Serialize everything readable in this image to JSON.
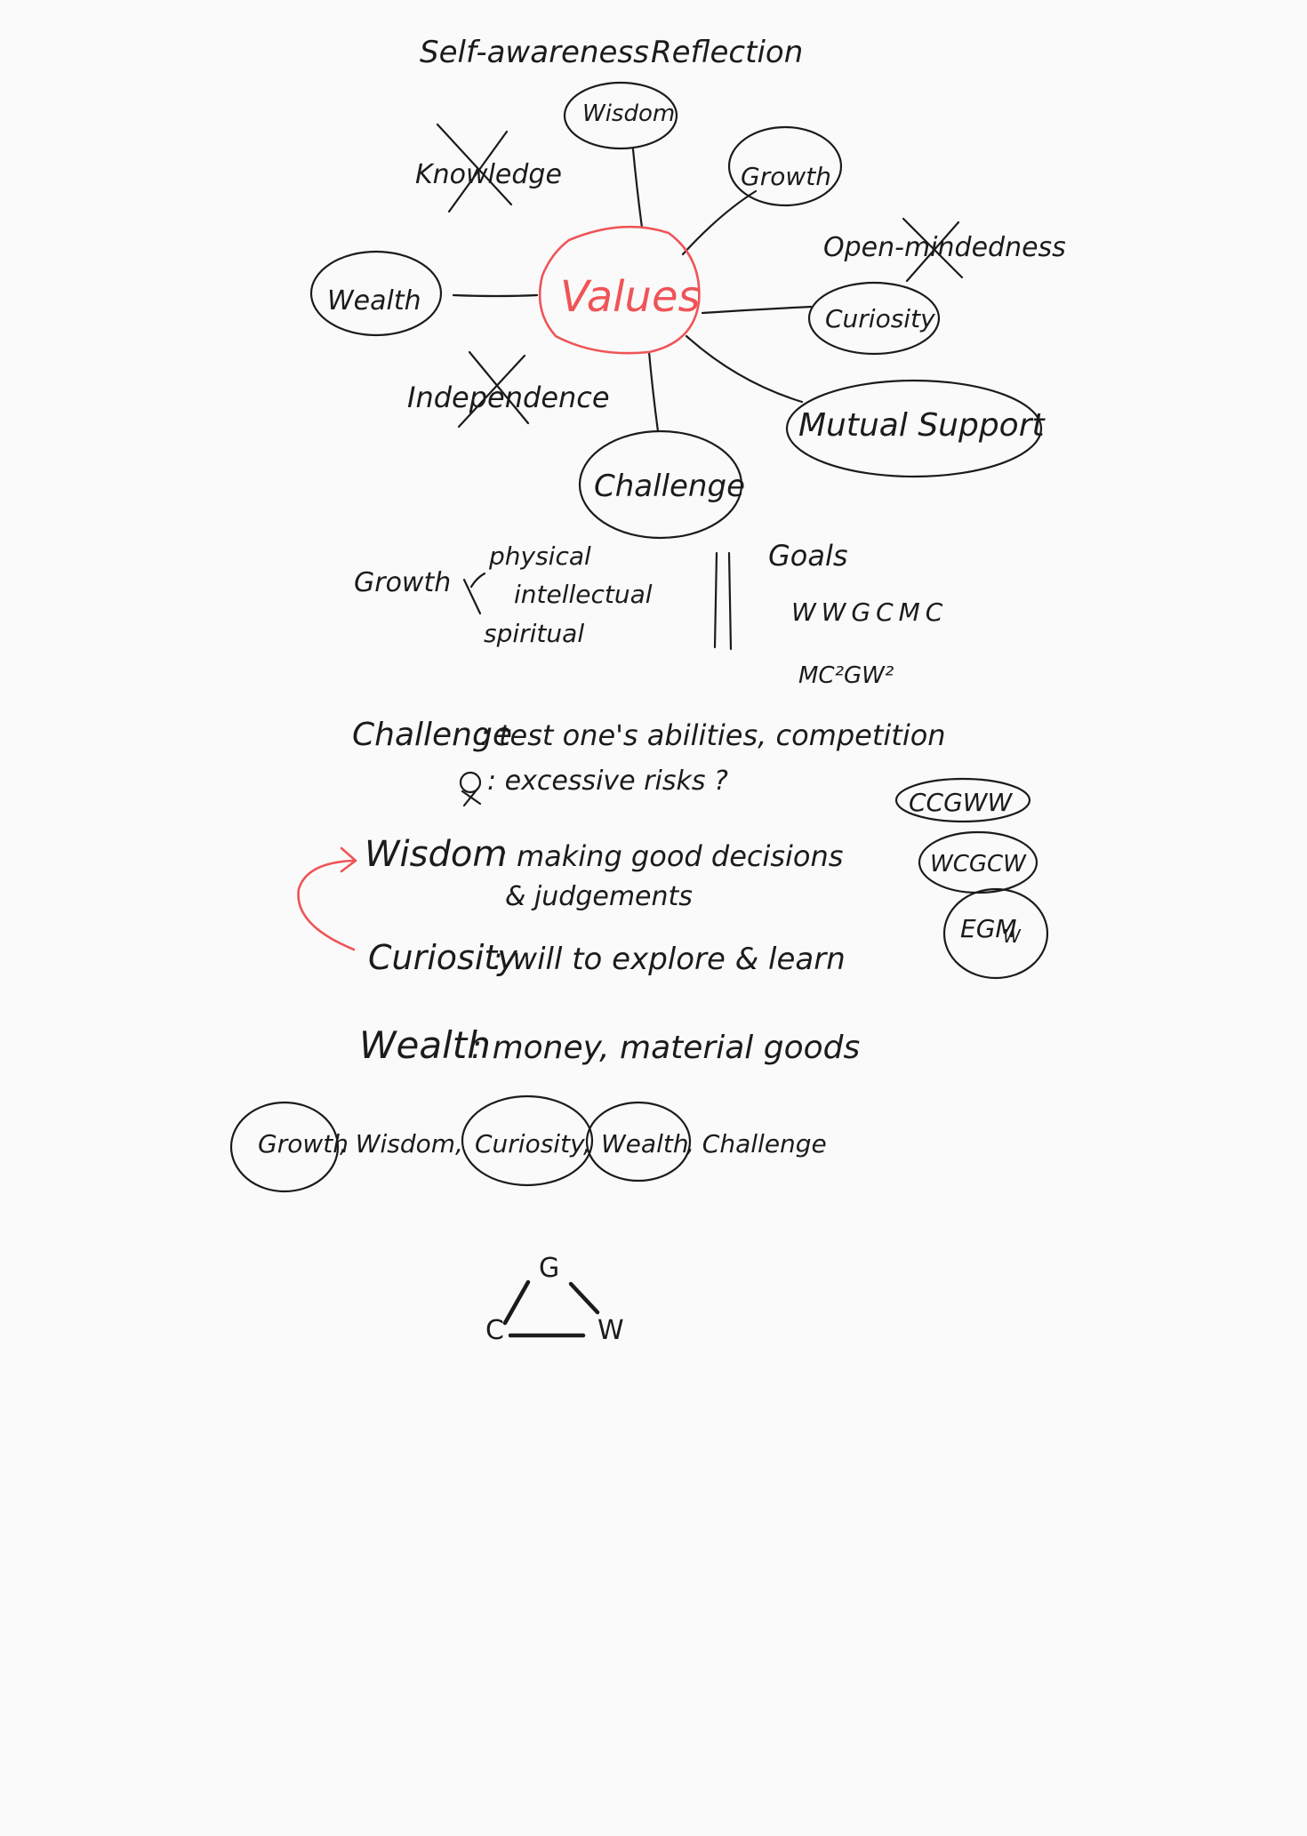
{
  "title": {
    "self_awareness": "Self-awareness",
    "reflection": "Reflection"
  },
  "mindmap": {
    "center": "Values",
    "wisdom": "Wisdom",
    "growth": "Growth",
    "wealth": "Wealth",
    "curiosity": "Curiosity",
    "mutual_support": "Mutual Support",
    "challenge": "Challenge",
    "knowledge": "Knowledge",
    "open_mindedness": "Open-mindedness",
    "independence": "Independence"
  },
  "growth_types": {
    "label": "Growth",
    "items": [
      "physical",
      "intellectual",
      "spiritual"
    ]
  },
  "goals": {
    "label": "Goals",
    "line1": "WWGCMC",
    "line2": "MC²GW²"
  },
  "definitions": {
    "challenge_term": "Challenge",
    "challenge_def": ": test one's abilities, competition",
    "challenge_note": ": excessive risks ?",
    "wisdom_term": "Wisdom",
    "wisdom_def1": ": making good decisions",
    "wisdom_def2": "& judgements",
    "curiosity_term": "Curiosity",
    "curiosity_def": ": will to explore & learn",
    "wealth_term": "Wealth",
    "wealth_def": ": money, material goods"
  },
  "codes": {
    "c1": "CCGWW",
    "c2": "WCGCW",
    "c3": "EGM",
    "c3_sub": "W"
  },
  "ranking": {
    "items": [
      "Growth",
      ", Wisdom, ",
      "Curiosity",
      ", ",
      "Wealth",
      ", Challenge"
    ]
  },
  "triangle": {
    "top": "G",
    "left": "C",
    "right": "W"
  },
  "colors": {
    "accent": "#ef5457",
    "ink": "#1b1b1b"
  }
}
